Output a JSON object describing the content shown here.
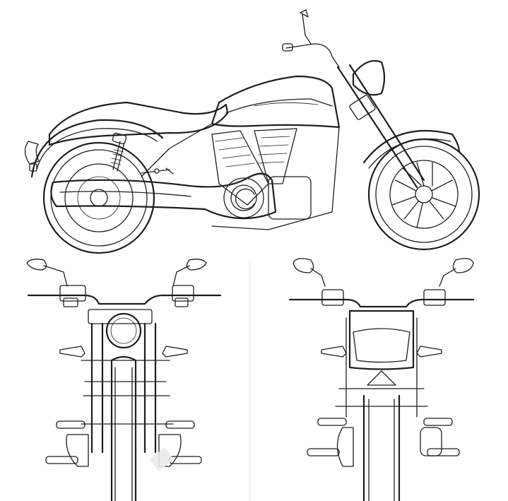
{
  "views": [
    {
      "id": "side",
      "label": ""
    },
    {
      "id": "front",
      "label": ""
    },
    {
      "id": "rear",
      "label": ""
    }
  ],
  "colors": {
    "line": "#1e1e1e",
    "background": "#ffffff",
    "watermark": "#e8eaec"
  }
}
